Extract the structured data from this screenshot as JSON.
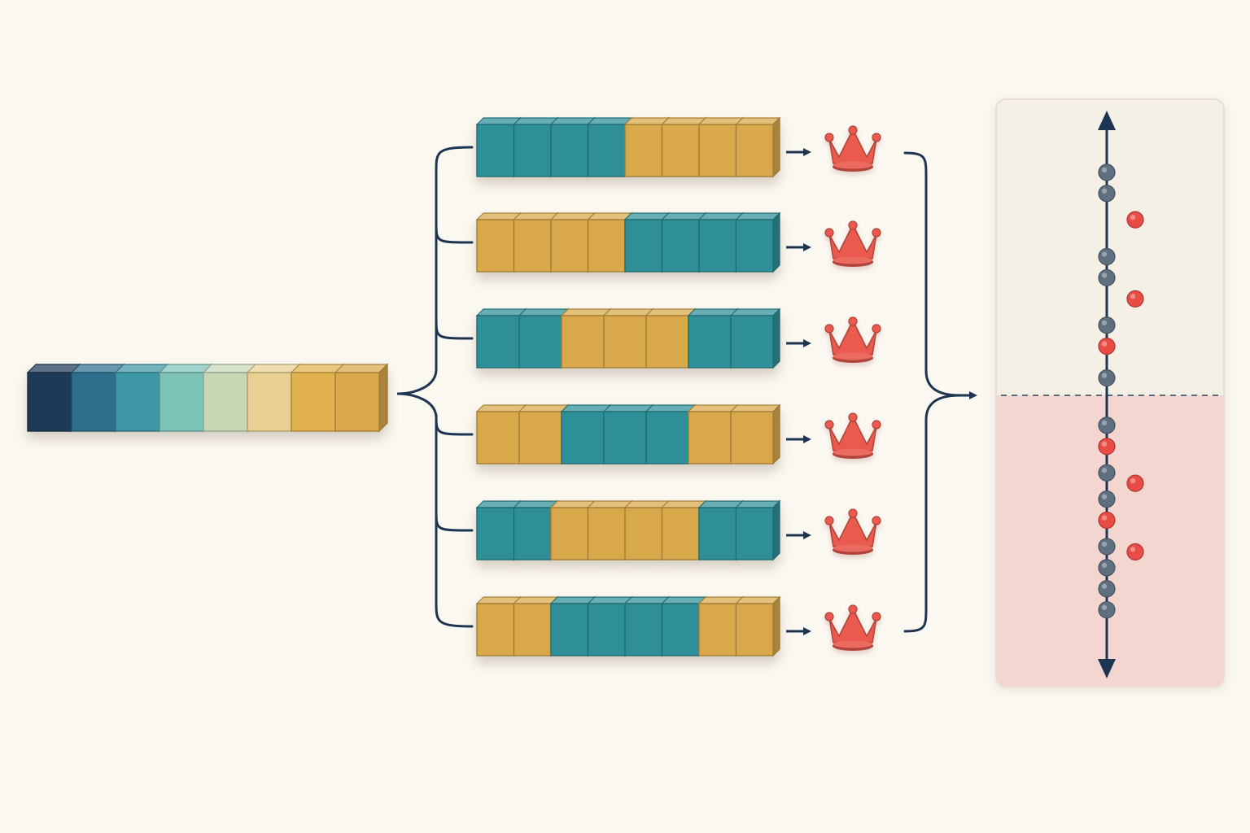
{
  "colors": {
    "background": "#fbf8f1",
    "ink": "#1d3550",
    "teal": "#2f8f98",
    "gold": "#d9a84a",
    "crown": "#ea5a4e",
    "panel_top": "#f4f0e6",
    "panel_bottom": "#f4d6d0",
    "dot_gray": "#5e6f80",
    "dot_red": "#e94b45"
  },
  "source_bar": {
    "gradient_colors": [
      "#1d3a57",
      "#2f6f8e",
      "#3d97a5",
      "#7dc3b8",
      "#c7d7b6",
      "#e8d093",
      "#e2b24f",
      "#d9a84a"
    ]
  },
  "variants": [
    {
      "pattern": [
        "teal",
        "teal",
        "teal",
        "teal",
        "gold",
        "gold",
        "gold",
        "gold"
      ],
      "output_icon": "crown-icon"
    },
    {
      "pattern": [
        "gold",
        "gold",
        "gold",
        "gold",
        "teal",
        "teal",
        "teal",
        "teal"
      ],
      "output_icon": "crown-icon"
    },
    {
      "pattern": [
        "teal",
        "teal",
        "gold",
        "gold",
        "gold",
        "teal",
        "teal"
      ],
      "output_icon": "crown-icon"
    },
    {
      "pattern": [
        "gold",
        "gold",
        "teal",
        "teal",
        "teal",
        "gold",
        "gold"
      ],
      "output_icon": "crown-icon"
    },
    {
      "pattern": [
        "teal",
        "teal",
        "gold",
        "gold",
        "gold",
        "gold",
        "teal",
        "teal"
      ],
      "output_icon": "crown-icon"
    },
    {
      "pattern": [
        "gold",
        "gold",
        "teal",
        "teal",
        "teal",
        "teal",
        "gold",
        "gold"
      ],
      "output_icon": "crown-icon"
    }
  ],
  "ranking_axis": {
    "threshold": "dashed-line",
    "points": [
      {
        "level": 0.92,
        "color": "gray",
        "offset": 0
      },
      {
        "level": 0.88,
        "color": "gray",
        "offset": 0
      },
      {
        "level": 0.83,
        "color": "red",
        "offset": 1
      },
      {
        "level": 0.76,
        "color": "gray",
        "offset": 0
      },
      {
        "level": 0.72,
        "color": "gray",
        "offset": 0
      },
      {
        "level": 0.68,
        "color": "red",
        "offset": 1
      },
      {
        "level": 0.63,
        "color": "gray",
        "offset": 0
      },
      {
        "level": 0.59,
        "color": "red",
        "offset": 0
      },
      {
        "level": 0.53,
        "color": "gray",
        "offset": 0
      },
      {
        "level": 0.44,
        "color": "gray",
        "offset": 0
      },
      {
        "level": 0.4,
        "color": "red",
        "offset": 0
      },
      {
        "level": 0.35,
        "color": "gray",
        "offset": 0
      },
      {
        "level": 0.33,
        "color": "red",
        "offset": 1
      },
      {
        "level": 0.3,
        "color": "gray",
        "offset": 0
      },
      {
        "level": 0.26,
        "color": "red",
        "offset": 0
      },
      {
        "level": 0.21,
        "color": "gray",
        "offset": 0
      },
      {
        "level": 0.2,
        "color": "red",
        "offset": 1
      },
      {
        "level": 0.17,
        "color": "gray",
        "offset": 0
      },
      {
        "level": 0.13,
        "color": "gray",
        "offset": 0
      },
      {
        "level": 0.09,
        "color": "gray",
        "offset": 0
      }
    ]
  }
}
